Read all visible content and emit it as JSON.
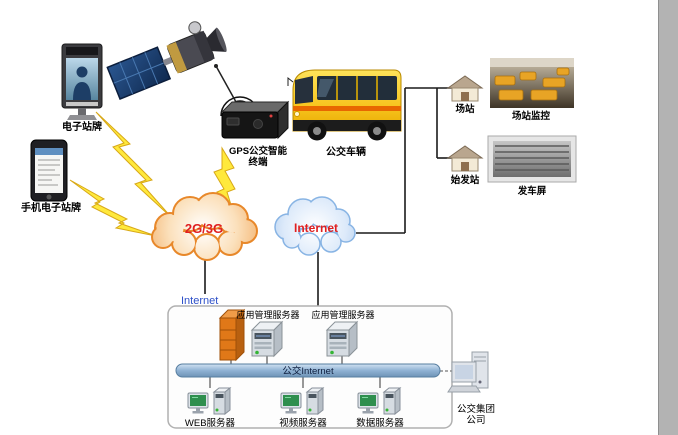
{
  "nodes": {
    "kiosk": {
      "label": "电子站牌"
    },
    "phone": {
      "label": "手机电子站牌"
    },
    "gps_terminal": {
      "label": "GPS公交智能终端"
    },
    "bus": {
      "label": "公交车辆"
    },
    "depot": {
      "label": "场站"
    },
    "depot_monitor": {
      "label": "场站监控"
    },
    "origin_station": {
      "label": "始发站"
    },
    "departure_screen": {
      "label": "发车屏"
    },
    "cloud_2g3g": {
      "label": "2G/3G",
      "text_color": "#e02020",
      "stroke_color": "#e8882a"
    },
    "cloud_internet": {
      "label": "Internet",
      "text_color": "#e02020",
      "stroke_color": "#88b4e4"
    },
    "lan_internet": {
      "label": "Internet",
      "text_color": "#2d50c8"
    },
    "app_server_1": {
      "label": "应用管理服务器"
    },
    "app_server_2": {
      "label": "应用管理服务器"
    },
    "backbone": {
      "label": "公交Internet"
    },
    "web_server": {
      "label": "WEB服务器"
    },
    "video_server": {
      "label": "视频服务器"
    },
    "data_server": {
      "label": "数据服务器"
    },
    "company": {
      "label": "公交集团公司"
    }
  },
  "colors": {
    "lightning": "#ffe93c",
    "firewall": "#e07818",
    "bus_body": "#f7c51e",
    "backbone_bar": "#8fb2d4"
  }
}
